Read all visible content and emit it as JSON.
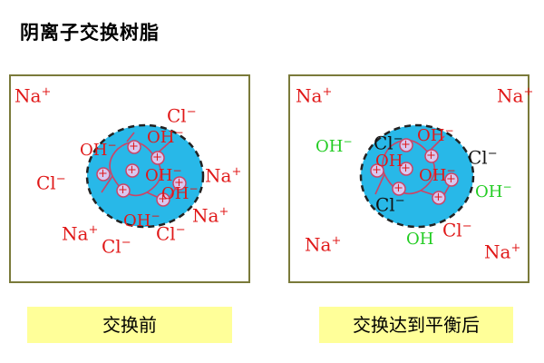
{
  "title": "阴离子交换树脂",
  "ions": {
    "na": "Na",
    "cl": "Cl",
    "oh": "OH",
    "plus": "+",
    "minus": "−"
  },
  "captions": {
    "before": "交换前",
    "after": "交换达到平衡后"
  },
  "colors": {
    "resin": "#28b8e8",
    "counter_ion": "#e01818",
    "released_ion": "#22cc22",
    "captured_ion": "#111111",
    "caption_bg": "#ffff99",
    "frame": "#7a7a3a"
  }
}
